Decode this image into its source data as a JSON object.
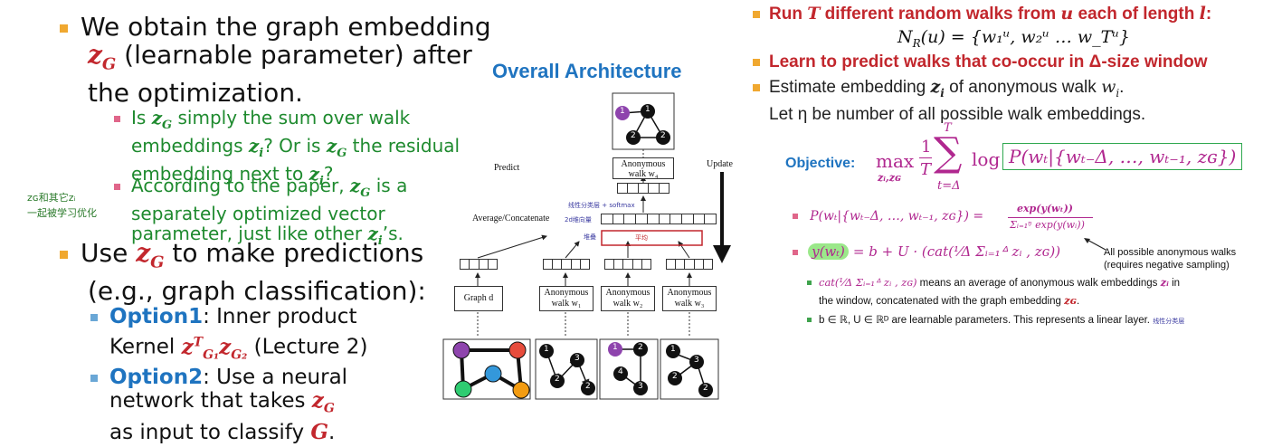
{
  "left": {
    "b1_line1": "We obtain the graph embedding",
    "b1_z": "z",
    "b1_zsub": "G",
    "b1_line2": " (learnable parameter) after",
    "b1_line3": "the optimization.",
    "s1_a": "Is ",
    "s1_b": " simply the sum over walk",
    "s1_c": "embeddings ",
    "s1_d": "? Or is ",
    "s1_e": " the residual",
    "s1_f": "embedding next to ",
    "s1_g": "?",
    "s2_a": "According to the paper, ",
    "s2_b": " is a",
    "s2_c": "separately optimized vector",
    "s2_d": "parameter, just like other ",
    "s2_e": "’s.",
    "b2_a": "Use ",
    "b2_b": " to make predictions",
    "b2_c": "(e.g., graph classification):",
    "o1_label": "Option1",
    "o1_rest": ": Inner product",
    "o1_line2a": "Kernel ",
    "o1_line2b": " (Lecture 2)",
    "o2_label": "Option2",
    "o2_rest": ": Use a neural",
    "o2_line2": "network that takes ",
    "o2_line3a": "as input to classify ",
    "o2_line3b": "G",
    "o2_line3c": ".",
    "hand1": "zɢ和其它zᵢ",
    "hand2": "一起被学习优化"
  },
  "arch": {
    "title": "Overall Architecture",
    "predict": "Predict",
    "update": "Update",
    "anon_w4_l1": "Anonymous",
    "anon_w4_l2": "walk w₄",
    "avg_concat": "Average/Concatenate",
    "graph_d": "Graph d",
    "anon_l1": "Anonymous",
    "walk_w1": "walk w₁",
    "walk_w2": "walk w₂",
    "walk_w3": "walk w₃",
    "hand_linear": "线性分类层 + softmax",
    "hand_dim": "2d维向量",
    "hand_stack": "堆叠",
    "hand_avg": "平均",
    "node1": "1",
    "node2": "2",
    "node3": "3",
    "node4": "4"
  },
  "right": {
    "l1_a": "Run ",
    "l1_T": "T",
    "l1_b": " different random walks from ",
    "l1_u": "u",
    "l1_c": " each of length ",
    "l1_l": "l",
    "l1_d": ":",
    "nr": "N",
    "nr_sub": "R",
    "nr_rest": "(u) = {w₁ᵘ, w₂ᵘ … w_Tᵘ}",
    "l2": "Learn to predict walks that co-occur in Δ-size window",
    "l3_a": "Estimate embedding ",
    "l3_z": "z",
    "l3_zs": "i",
    "l3_b": " of anonymous walk ",
    "l3_w": "w",
    "l3_ws": "i",
    "l3_c": ".",
    "l4": "Let η be number of all possible walk embeddings.",
    "objective": "Objective:",
    "obj_max": "max",
    "obj_max_sub": "zᵢ,zɢ",
    "obj_frac_n": "1",
    "obj_frac_d": "T",
    "obj_sum_top": "T",
    "obj_sum_bot": "t=Δ",
    "obj_log": "log",
    "obj_box": "P(wₜ|{wₜ₋Δ, …, wₜ₋₁, zɢ})",
    "p_lhs": "P(wₜ|{wₜ₋Δ, …, wₜ₋₁, zɢ}) =",
    "p_num": "exp(y(wₜ))",
    "p_den": "Σᵢ₌₁ᵑ exp(y(wᵢ))",
    "y_lhs": "y(wₜ)",
    "y_rhs": "= b + U · (cat(¹⁄Δ Σᵢ₌₁ᐞ zᵢ , zɢ))",
    "note_a": "All possible anonymous walks",
    "note_b": "(requires negative sampling)",
    "cat_a": "cat(¹⁄Δ Σᵢ₌₁ᐞ zᵢ , zɢ)",
    "cat_b": " means an average of anonymous walk embeddings ",
    "cat_c": "zᵢ",
    "cat_d": " in",
    "cat_e": "the window, concatenated with the graph embedding ",
    "cat_f": "zɢ",
    "cat_g": ".",
    "bu_a": "b ∈ ℝ, U ∈ ℝᴰ are learnable parameters. This represents a linear layer.",
    "bu_hand": "线性分类层"
  },
  "colors": {
    "red": "#c2272d",
    "green": "#1e8a2e",
    "blue": "#1f74c0",
    "orange_bullet": "#f0a830",
    "magenta": "#b0278f"
  }
}
